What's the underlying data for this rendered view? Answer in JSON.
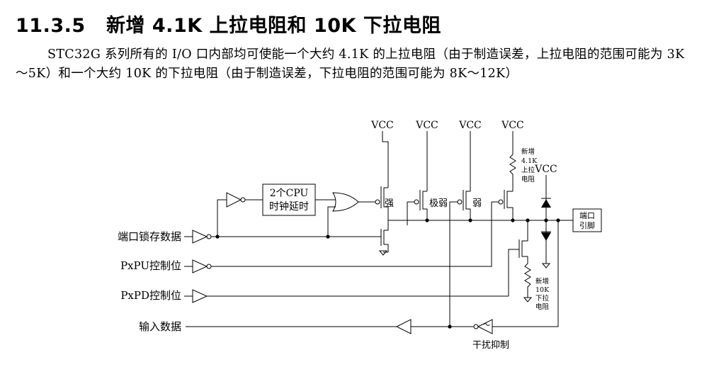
{
  "section": {
    "number": "11.3.5",
    "title": "新增 4.1K 上拉电阻和 10K 下拉电阻"
  },
  "paragraph": "STC32G 系列所有的 I/O 口内部均可使能一个大约 4.1K 的上拉电阻（由于制造误差，上拉电阻的范围可能为 3K～5K）和一个大约 10K 的下拉电阻（由于制造误差，下拉电阻的范围可能为 8K～12K）",
  "diagram": {
    "vcc": [
      "VCC",
      "VCC",
      "VCC",
      "VCC"
    ],
    "vcc_right": "VCC",
    "delay_block": [
      "2个CPU",
      "时钟延时"
    ],
    "transistors": {
      "strong": "强",
      "very_weak": "极弱",
      "weak": "弱"
    },
    "pullup_label": [
      "新增",
      "4.1K",
      "上拉",
      "电阻"
    ],
    "pulldown_label": [
      "新增",
      "10K",
      "下拉",
      "电阻"
    ],
    "port_pin": [
      "端口",
      "引脚"
    ],
    "inputs": {
      "port_latch": "端口锁存数据",
      "pxpu": "PxPU控制位",
      "pxpd": "PxPD控制位",
      "input_data": "输入数据"
    },
    "noise_suppression": "干扰抑制"
  }
}
